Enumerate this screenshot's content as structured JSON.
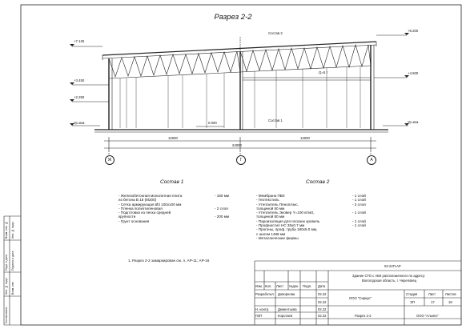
{
  "drawing": {
    "title": "Разрез 2-2",
    "section_marks": [
      "Состав 2",
      "Состав 1"
    ],
    "elevations": {
      "left": [
        "+7.125",
        "+3.450",
        "+2.250",
        "Ур.зем."
      ],
      "right": [
        "+8.200",
        "+4.500",
        "Ур.зем."
      ],
      "floor": "0.000"
    },
    "crane_label": "Q=5 т",
    "dimensions": {
      "left_span": "12000",
      "right_span": "12000",
      "total": "24000"
    },
    "axes": [
      "Ж",
      "Г",
      "А"
    ]
  },
  "composition_1": {
    "title": "Состав 1",
    "layers": [
      {
        "name": "- Железобетонная  монолитная плита",
        "value": "- 150 мм"
      },
      {
        "name": "  из бетона В 15 (М200)",
        "value": ""
      },
      {
        "name": "- Сетка армирующая Ø3 100х100 мм",
        "value": ""
      },
      {
        "name": "- Пленка полиэтиленовая",
        "value": "- 2 слоя"
      },
      {
        "name": "- Подготовка из песка средней",
        "value": ""
      },
      {
        "name": "  крупности",
        "value": "- 200 мм"
      },
      {
        "name": "- Грунт основания",
        "value": ""
      }
    ]
  },
  "composition_2": {
    "title": "Состав 2",
    "layers": [
      {
        "name": "- Мембрана ПВХ",
        "value": "- 1 слой"
      },
      {
        "name": "- Геотекстиль",
        "value": "- 1 слой"
      },
      {
        "name": "- Утеплитель Пеноплэкс,",
        "value": "- 3 слоя"
      },
      {
        "name": "  толщиной 50 мм",
        "value": ""
      },
      {
        "name": "- Утеплитель Эковер Y=100 кг/м3,",
        "value": "- 1 слой"
      },
      {
        "name": "  толщиной 50 мм",
        "value": ""
      },
      {
        "name": "- Пароизоляция для плоских кровель",
        "value": "- 1 слой"
      },
      {
        "name": "- Профнастил НС 35х0.7 мм",
        "value": "- 1 слой"
      },
      {
        "name": "- Прогоны, проф. труба 180х5.0 мм,",
        "value": ""
      },
      {
        "name": "  с шагом 1488 мм",
        "value": ""
      },
      {
        "name": "- Металлические фермы",
        "value": ""
      }
    ]
  },
  "note": "1. Разрез 2-2 замаркирован см. л. АР-11; АР-16",
  "stamp": {
    "code": "02-22П-АР",
    "project": [
      "Здание СТО с АБК расположенного по адресу:",
      "Вологодская область, г. Череповец"
    ],
    "header_cols": [
      "Изм.",
      "Кол.",
      "Лист",
      "№док.",
      "Подп.",
      "Дата"
    ],
    "roles": [
      {
        "role": "Разработал",
        "name": "Доворнова",
        "date": "02.22"
      },
      {
        "role": "",
        "name": "",
        "date": "02.22"
      },
      {
        "role": "Н. контр.",
        "name": "Дементьева",
        "date": "02.22"
      },
      {
        "role": "ГИП",
        "name": "Коротаев",
        "date": "02.22"
      }
    ],
    "company_top": "ООО \"Сириус\"",
    "stage_headers": [
      "Стадия",
      "Лист",
      "Листов"
    ],
    "stage_values": [
      "ЭП",
      "17",
      "18"
    ],
    "sheet_title": "Разрез 2-2",
    "company_bottom": "ООО \"Альянс\""
  },
  "side_strip": [
    "Взам. инв. №",
    "Подп. и дата",
    "Инв. № подл.",
    "Согласовано",
    "Инв. № подл.",
    "Подпись и дата",
    "Взам. инв."
  ]
}
